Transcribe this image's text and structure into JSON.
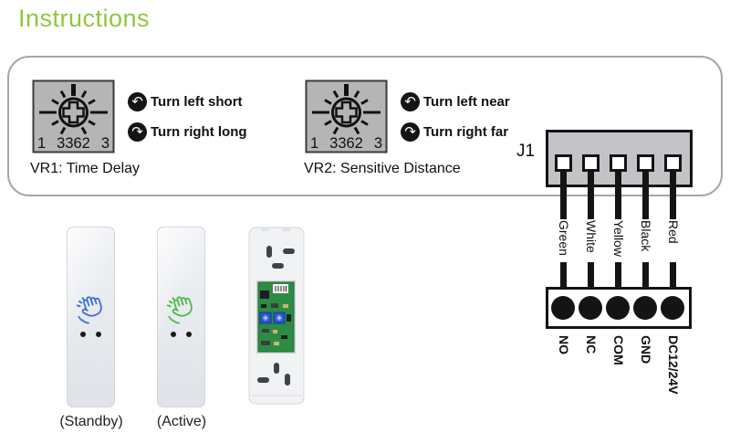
{
  "title": "Instructions",
  "instruction_panel": {
    "controls": [
      {
        "id": "VR1",
        "caption": "VR1: Time Delay",
        "dial": {
          "left_num": "1",
          "model": "3362",
          "right_num": "3"
        },
        "turns": [
          {
            "icon": "rotate-ccw-icon",
            "glyph": "↶",
            "text": "Turn left short"
          },
          {
            "icon": "rotate-cw-icon",
            "glyph": "↷",
            "text": "Turn right long"
          }
        ]
      },
      {
        "id": "VR2",
        "caption": "VR2: Sensitive Distance",
        "dial": {
          "left_num": "1",
          "model": "3362",
          "right_num": "3"
        },
        "turns": [
          {
            "icon": "rotate-ccw-icon",
            "glyph": "↶",
            "text": "Turn left near"
          },
          {
            "icon": "rotate-cw-icon",
            "glyph": "↷",
            "text": "Turn right far"
          }
        ]
      }
    ]
  },
  "wiring": {
    "connector_label": "J1",
    "wires": [
      "Green",
      "White",
      "Yellow",
      "Black",
      "Red"
    ],
    "terminals": [
      "NO",
      "NC",
      "COM",
      "GND",
      "DC12/24V"
    ]
  },
  "devices": [
    {
      "label": "(Standby)",
      "icon": "hand-wave-icon",
      "icon_color": "#3a6fd8"
    },
    {
      "label": "(Active)",
      "icon": "hand-wave-icon",
      "icon_color": "#4db848"
    },
    {
      "label": "",
      "icon": "rear-pcb-view"
    }
  ],
  "colors": {
    "title_green": "#8fc73e",
    "standby_blue": "#3a6fd8",
    "active_green": "#4db848",
    "dial_gray": "#b5b5b5",
    "connector_gray": "#c2c3c7",
    "pcb_green": "#2e8b43"
  }
}
